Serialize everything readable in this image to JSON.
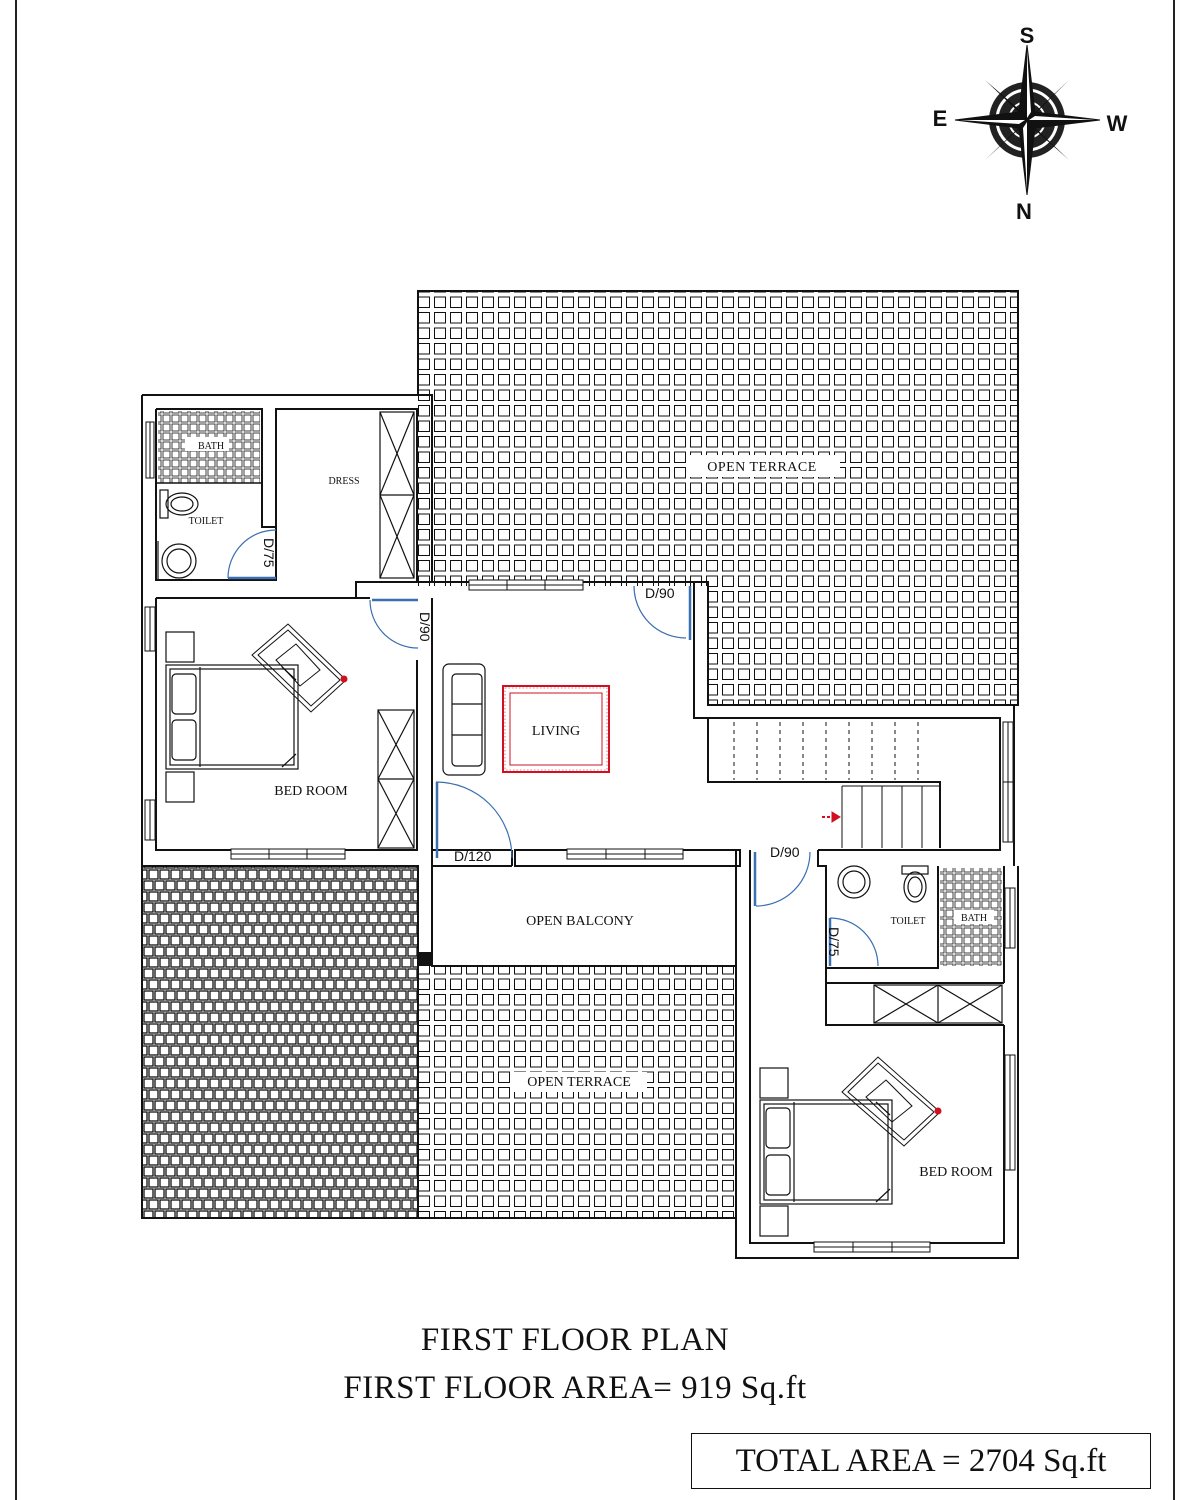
{
  "compass": {
    "s": "S",
    "e": "E",
    "w": "W",
    "n": "N"
  },
  "rooms": {
    "open_terrace_top": "OPEN TERRACE",
    "bath_left": "BATH",
    "toilet_left": "TOILET",
    "dress": "DRESS",
    "bedroom_left": "BED ROOM",
    "living": "LIVING",
    "open_balcony": "OPEN BALCONY",
    "open_terrace_bottom": "OPEN TERRACE",
    "toilet_right": "TOILET",
    "bath_right": "BATH",
    "bedroom_right": "BED ROOM"
  },
  "doors": {
    "d75_left": "D/75",
    "d90_left": "D/90",
    "d90_top": "D/90",
    "d120": "D/120",
    "d90_right": "D/90",
    "d75_right": "D/75"
  },
  "footer": {
    "plan_title": "FIRST FLOOR PLAN",
    "floor_area": "FIRST FLOOR AREA= 919 Sq.ft",
    "total_area": "TOTAL AREA = 2704 Sq.ft"
  },
  "colors": {
    "line": "#111111",
    "door_arc": "#3a6fb0",
    "window": "#3a6fb0",
    "accent": "#d01020"
  }
}
